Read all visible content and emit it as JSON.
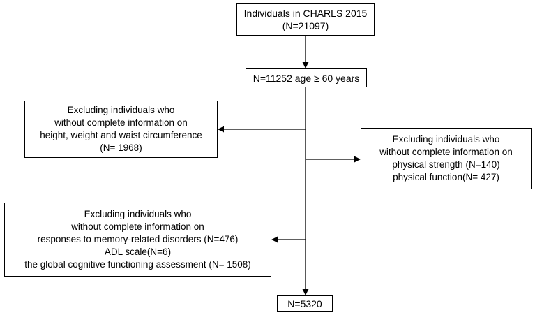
{
  "boxes": {
    "start": {
      "lines": [
        "Individuals in CHARLS 2015",
        "(N=21097)"
      ]
    },
    "age_filter": {
      "lines": [
        "N=11252 age ≥ 60 years"
      ]
    },
    "exclude_anthropometry": {
      "lines": [
        "Excluding individuals who",
        "without complete information on",
        "height, weight and waist circumference",
        "(N= 1968)"
      ]
    },
    "exclude_physical": {
      "lines": [
        "Excluding individuals who",
        "without complete information on",
        "physical strength (N=140)",
        "physical function(N= 427)"
      ]
    },
    "exclude_cognitive": {
      "lines": [
        "Excluding individuals who",
        "without complete information on",
        "responses to memory-related disorders (N=476)",
        "ADL scale(N=6)",
        "the global cognitive functioning assessment (N= 1508)"
      ]
    },
    "final": {
      "lines": [
        "N=5320"
      ]
    }
  },
  "colors": {
    "line": "#000000",
    "box_border": "#000000",
    "background": "#ffffff"
  }
}
